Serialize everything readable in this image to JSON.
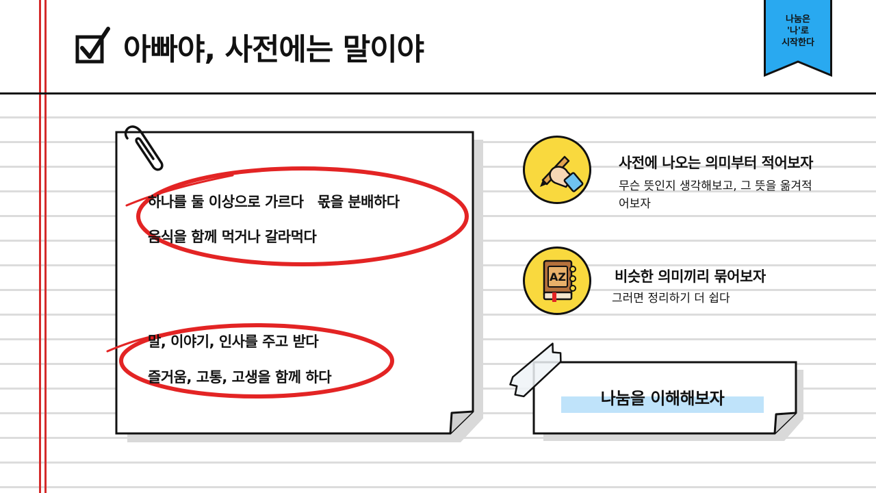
{
  "title": "아빠야, 사전에는 말이야",
  "ribbon": {
    "line1": "나눔은",
    "line2": "'나'로",
    "line3": "시작한다"
  },
  "note": {
    "line1": "하나를 둘 이상으로 가르다   몫을 분배하다",
    "line2": "음식을 함께 먹거나 갈라먹다",
    "line3": "말, 이야기, 인사를 주고 받다",
    "line4": "즐거움, 고통, 고생을 함께 하다"
  },
  "item1": {
    "icon": "hand-writing-pen-icon",
    "heading": "사전에 나오는 의미부터 적어보자",
    "desc_line1": "무슨 뜻인지 생각해보고, 그 뜻을 옮겨적",
    "desc_line2": "어보자"
  },
  "item2": {
    "icon": "dictionary-book-icon",
    "heading": "비슷한 의미끼리 묶어보자",
    "desc": "그러면 정리하기 더 쉽다"
  },
  "card": {
    "label": "나눔을 이해해보자"
  },
  "colors": {
    "accent_red": "#e32424",
    "ribbon_blue": "#29a9f0",
    "icon_yellow": "#f9d93e",
    "highlight_blue": "#bfe3fa"
  }
}
